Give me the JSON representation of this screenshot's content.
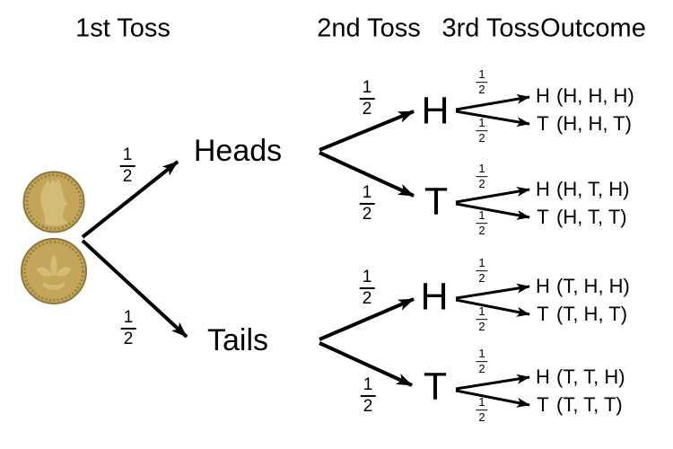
{
  "columns": [
    {
      "label": "1st Toss"
    },
    {
      "label": "2nd Toss"
    },
    {
      "label": "3rd Toss"
    },
    {
      "label": "Outcome"
    }
  ],
  "probability": {
    "numerator": "1",
    "denominator": "2"
  },
  "first_toss": [
    {
      "label": "Heads"
    },
    {
      "label": "Tails"
    }
  ],
  "second_toss": [
    {
      "label": "H"
    },
    {
      "label": "T"
    },
    {
      "label": "H"
    },
    {
      "label": "T"
    }
  ],
  "third_toss": [
    {
      "label": "H",
      "outcome": "(H, H, H)"
    },
    {
      "label": "T",
      "outcome": "(H, H, T)"
    },
    {
      "label": "H",
      "outcome": "(H, T, H)"
    },
    {
      "label": "T",
      "outcome": "(H, T, T)"
    },
    {
      "label": "H",
      "outcome": "(T, H, H)"
    },
    {
      "label": "T",
      "outcome": "(T, H, T)"
    },
    {
      "label": "H",
      "outcome": "(T, T, H)"
    },
    {
      "label": "T",
      "outcome": "(T, T, T)"
    }
  ],
  "coins": {
    "top_coin_icon": "coin-queen-head-obverse",
    "bottom_coin_icon": "coin-leek-emblem-reverse",
    "colors": {
      "face": "#c3a659",
      "edge": "#8d7637",
      "beads": "#9c8440",
      "emblem": "#d4bc77"
    }
  },
  "line_color": "#000000",
  "background_color": "#ffffff"
}
